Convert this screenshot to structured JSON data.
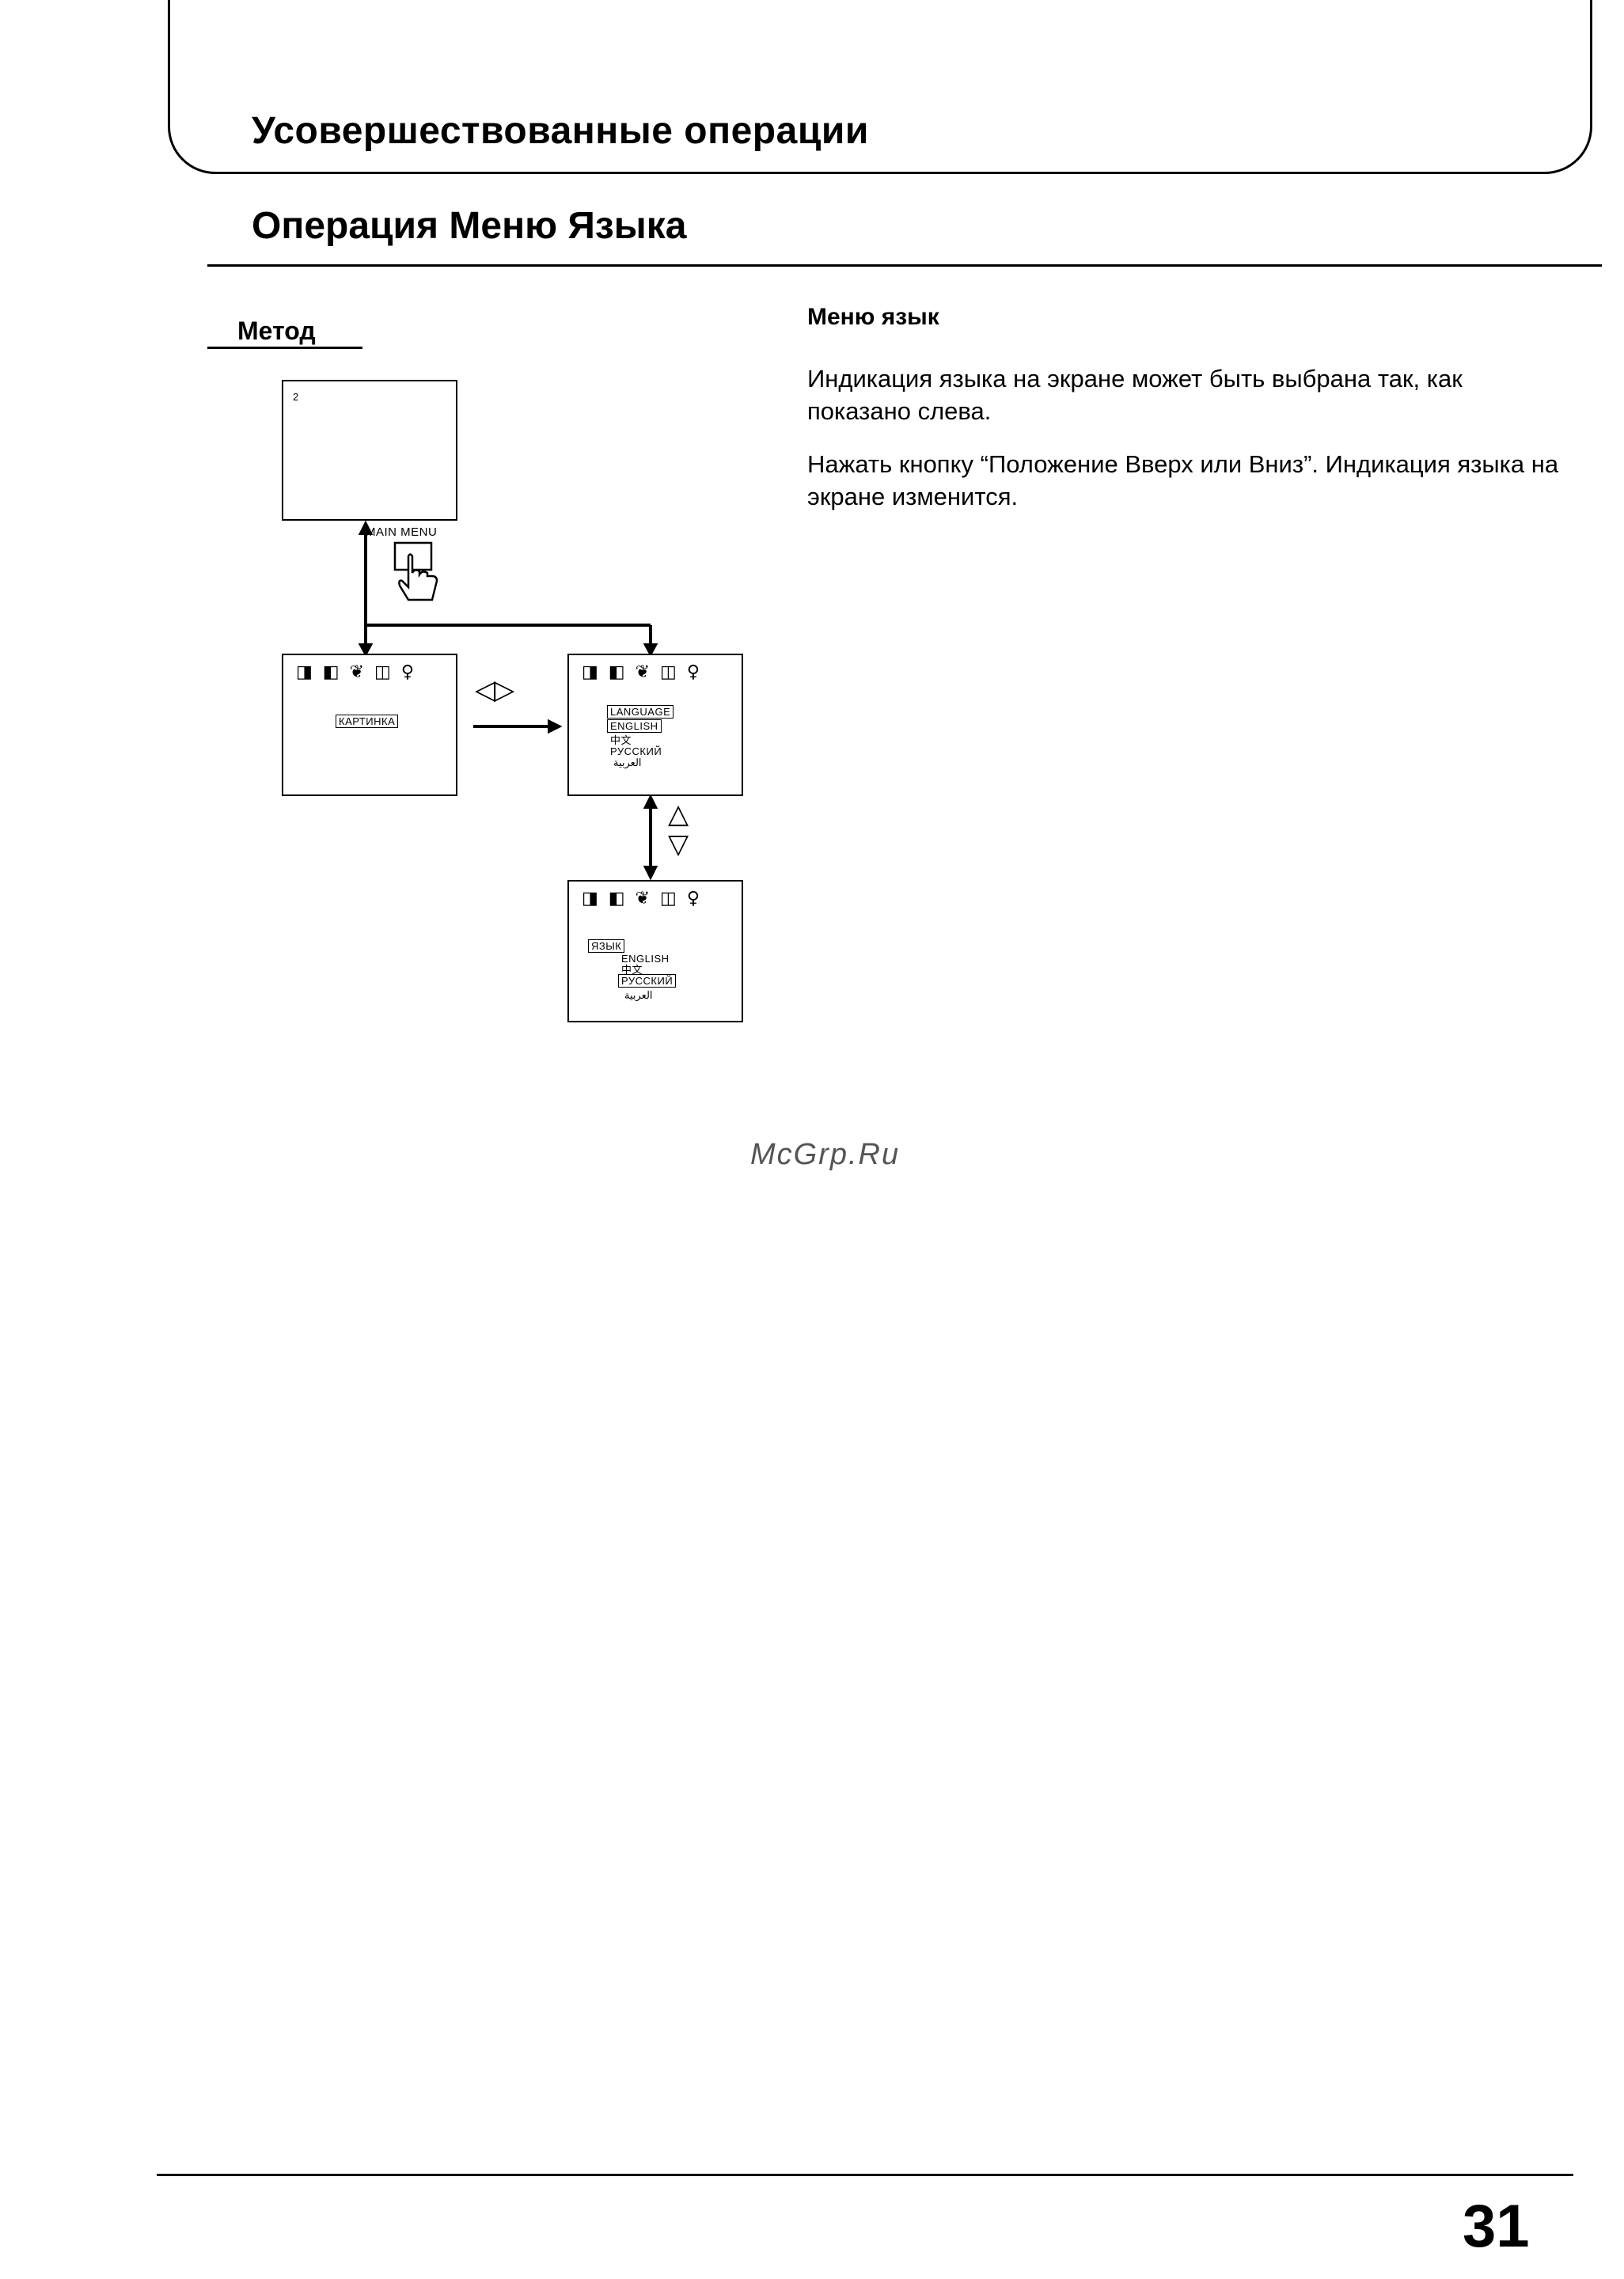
{
  "header": {
    "chapter_title": "Усовершествованные операции"
  },
  "section": {
    "title": "Операция Меню Языка"
  },
  "method": {
    "label": "Метод"
  },
  "text": {
    "heading": "Меню язык",
    "para_1": "Индикация языка на экране может быть выбрана так, как показано слева.",
    "para_2": "Нажать кнопку “Положение Вверх или Вниз”. Индикация языка на экране изменится."
  },
  "diagram": {
    "screen_1_number": "2",
    "main_menu_label": "MAIN MENU",
    "lr_arrows": "◁▷",
    "ud_arrows": [
      "△",
      "▽"
    ],
    "iconbar": [
      "◨",
      "◧",
      "❦",
      "◫",
      "♀"
    ],
    "screen_2": {
      "item": "КАРТИНКА"
    },
    "screen_3": {
      "items": [
        "LANGUAGE",
        "ENGLISH",
        "中文",
        "РУССКИЙ",
        "العربية"
      ]
    },
    "screen_4": {
      "items": [
        "ЯЗЫК",
        "ENGLISH",
        "中文",
        "РУССКИЙ",
        "العربية"
      ]
    }
  },
  "watermark": "McGrp.Ru",
  "footer": {
    "page_number": "31"
  }
}
